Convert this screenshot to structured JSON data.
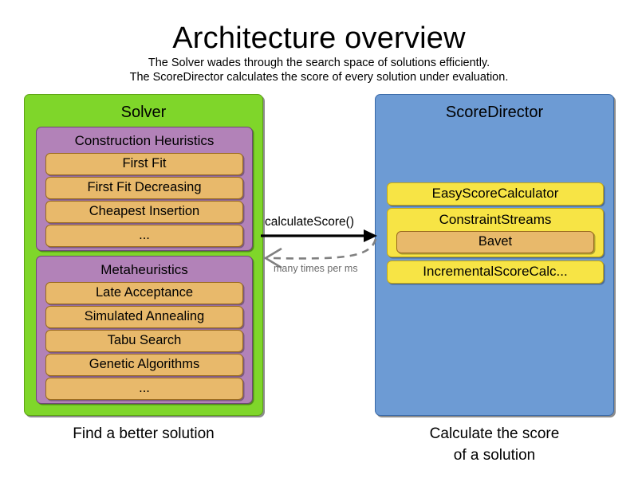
{
  "header": {
    "title": "Architecture overview",
    "subtitle_line1": "The Solver wades through the search space of solutions efficiently.",
    "subtitle_line2": "The ScoreDirector calculates the score of every solution under evaluation."
  },
  "colors": {
    "solver_panel": "#7FD62A",
    "scoredirector_panel": "#6D9BD4",
    "group_box": "#B282B8",
    "item_row": "#E8B96B",
    "calculator_box": "#F7E445",
    "dashed_arrow": "#6b6b6b",
    "solid_arrow": "#000000"
  },
  "solver": {
    "title": "Solver",
    "caption": "Find a better solution",
    "groups": [
      {
        "title": "Construction Heuristics",
        "items": [
          "First Fit",
          "First Fit Decreasing",
          "Cheapest Insertion",
          "..."
        ]
      },
      {
        "title": "Metaheuristics",
        "items": [
          "Late Acceptance",
          "Simulated Annealing",
          "Tabu Search",
          "Genetic Algorithms",
          "..."
        ]
      }
    ]
  },
  "score_director": {
    "title": "ScoreDirector",
    "caption_line1": "Calculate the score",
    "caption_line2": "of a solution",
    "calculators": [
      {
        "label": "EasyScoreCalculator"
      },
      {
        "label": "ConstraintStreams",
        "child": "Bavet"
      },
      {
        "label": "IncrementalScoreCalc..."
      }
    ]
  },
  "arrows": {
    "request_label": "calculateScore()",
    "response_label": "many times per ms"
  }
}
